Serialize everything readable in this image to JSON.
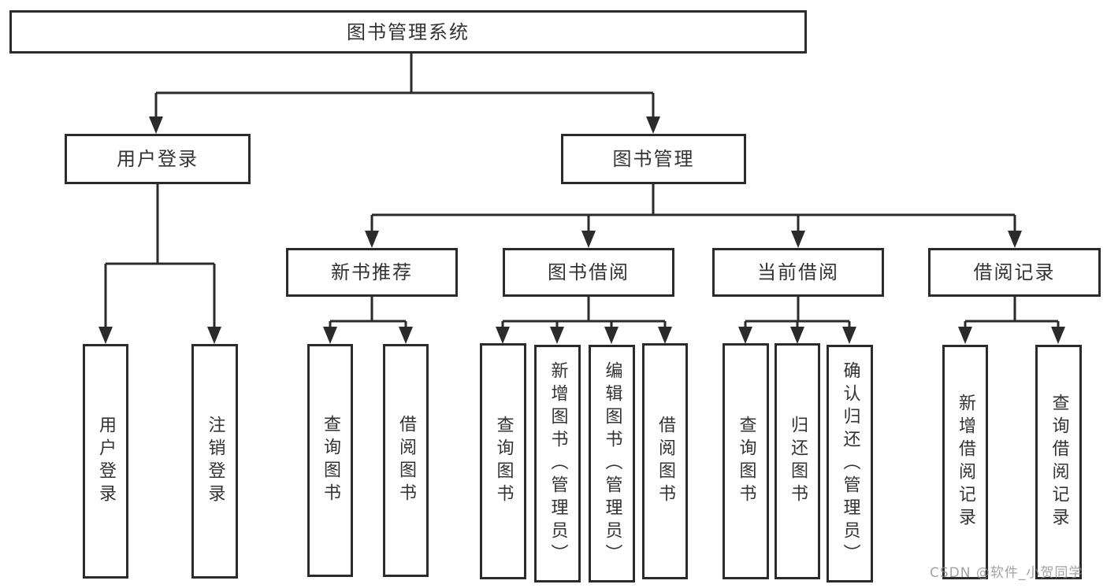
{
  "diagram": {
    "root": {
      "label": "图书管理系统"
    },
    "branches": {
      "user_login": {
        "label": "用户登录",
        "children": {
          "login": {
            "label": "用户登录"
          },
          "logout": {
            "label": "注销登录"
          }
        }
      },
      "book_management": {
        "label": "图书管理",
        "children": {
          "new_book": {
            "label": "新书推荐",
            "children": {
              "query": {
                "label": "查询图书"
              },
              "borrow": {
                "label": "借阅图书"
              }
            }
          },
          "borrow": {
            "label": "图书借阅",
            "children": {
              "query": {
                "label": "查询图书"
              },
              "add": {
                "label": "新增图书（管理员）"
              },
              "edit": {
                "label": "编辑图书（管理员）"
              },
              "borrow": {
                "label": "借阅图书"
              }
            }
          },
          "current": {
            "label": "当前借阅",
            "children": {
              "query": {
                "label": "查询图书"
              },
              "return": {
                "label": "归还图书"
              },
              "confirm": {
                "label": "确认归还（管理员）"
              }
            }
          },
          "records": {
            "label": "借阅记录",
            "children": {
              "add": {
                "label": "新增借阅记录"
              },
              "query": {
                "label": "查询借阅记录"
              }
            }
          }
        }
      }
    },
    "watermark": "CSDN @软件_小贺同学",
    "colors": {
      "line": "#2b2b2b",
      "text": "#333333",
      "background": "#ffffff",
      "watermark": "#8c8c8c"
    }
  }
}
